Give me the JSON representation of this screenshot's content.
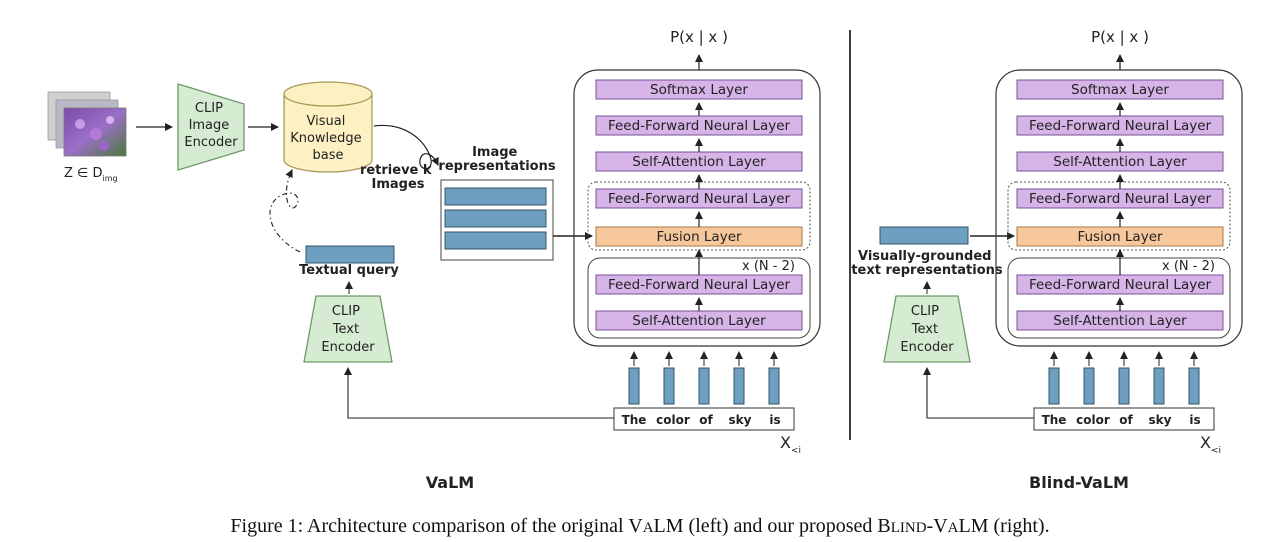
{
  "colors": {
    "layer_purple": "#d7b4e8",
    "layer_purple_border": "#7a5096",
    "fusion_orange": "#f6c89c",
    "fusion_border": "#a8784a",
    "encoder_green": "#d6ecd2",
    "encoder_border": "#6f9a6a",
    "kb_yellow": "#fdf0c2",
    "kb_border": "#a89a5a",
    "vec_blue": "#6f9fc0",
    "vec_border": "#32546b"
  },
  "output_label_left": "P(x | x )",
  "output_label_right": "P(x | x )",
  "valm": {
    "image_set_label": "Z ∈ D",
    "image_set_subscript": "img",
    "clip_image_encoder": [
      "CLIP",
      "Image",
      "Encoder"
    ],
    "knowledge_base": [
      "Visual",
      "Knowledge",
      "base"
    ],
    "retrieve_label_1": "retrieve k",
    "retrieve_label_2": "Images",
    "image_representations": [
      "Image",
      "representations"
    ],
    "textual_query": "Textual query",
    "clip_text_encoder": [
      "CLIP",
      "Text",
      "Encoder"
    ],
    "title": "VaLM"
  },
  "blind": {
    "vg_text_repr": [
      "Visually-grounded",
      "text representations"
    ],
    "clip_text_encoder": [
      "CLIP",
      "Text",
      "Encoder"
    ],
    "title": "Blind-VaLM"
  },
  "layers": {
    "softmax": "Softmax Layer",
    "ffn": "Feed-Forward Neural Layer",
    "self_attention": "Self-Attention Layer",
    "fusion": "Fusion Layer",
    "repeat": "x (N - 2)"
  },
  "tokens": [
    "The",
    "color",
    "of",
    "sky",
    "is"
  ],
  "input_label": "X",
  "input_subscript": "<i",
  "caption": {
    "prefix": "Figure 1: Architecture comparison of the original V",
    "valm_small": "A",
    "valm_end": "LM (left) and our proposed B",
    "blind_small": "LIND",
    "dash_v": "-V",
    "blind_small2": "A",
    "suffix": "LM (right)."
  }
}
